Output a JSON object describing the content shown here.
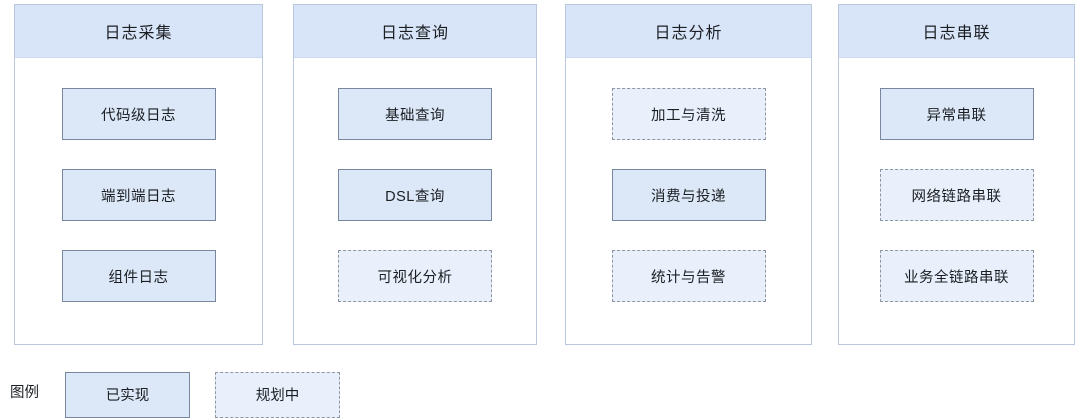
{
  "diagram_title": "",
  "columns": [
    {
      "title": "日志采集",
      "items": [
        {
          "label": "代码级日志",
          "status": "implemented"
        },
        {
          "label": "端到端日志",
          "status": "implemented"
        },
        {
          "label": "组件日志",
          "status": "implemented"
        }
      ]
    },
    {
      "title": "日志查询",
      "items": [
        {
          "label": "基础查询",
          "status": "implemented"
        },
        {
          "label": "DSL查询",
          "status": "implemented"
        },
        {
          "label": "可视化分析",
          "status": "planned"
        }
      ]
    },
    {
      "title": "日志分析",
      "items": [
        {
          "label": "加工与清洗",
          "status": "planned"
        },
        {
          "label": "消费与投递",
          "status": "implemented"
        },
        {
          "label": "统计与告警",
          "status": "planned"
        }
      ]
    },
    {
      "title": "日志串联",
      "items": [
        {
          "label": "异常串联",
          "status": "implemented"
        },
        {
          "label": "网络链路串联",
          "status": "planned"
        },
        {
          "label": "业务全链路串联",
          "status": "planned"
        }
      ]
    }
  ],
  "legend": {
    "label": "图例",
    "items": [
      {
        "label": "已实现",
        "style": "solid"
      },
      {
        "label": "规划中",
        "style": "dashed"
      }
    ]
  },
  "colors": {
    "header_fill": "#d8e4f7",
    "solid_box_fill": "#dce8f8",
    "solid_box_border": "#76879e",
    "dashed_box_fill": "#e9f0fb",
    "dashed_box_border": "#8d97a4",
    "container_border": "#b9c7dc",
    "text": "#1b1f24",
    "background": "#ffffff"
  }
}
